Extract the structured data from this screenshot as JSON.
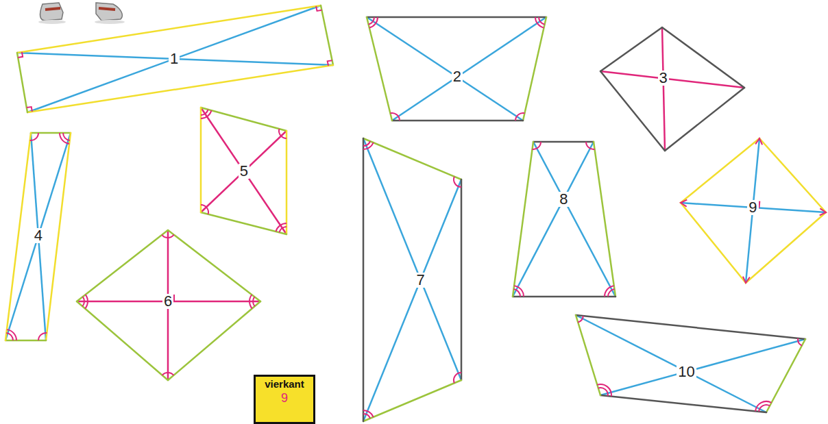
{
  "diagram": {
    "nodes": [
      {
        "text": [
          "1"
        ]
      },
      {
        "text": [
          "2"
        ]
      },
      {
        "text": [
          "3"
        ]
      },
      {
        "text": [
          "4"
        ]
      },
      {
        "text": [
          "5"
        ]
      },
      {
        "text": [
          "6"
        ]
      },
      {
        "text": [
          "7"
        ]
      },
      {
        "text": [
          "8"
        ]
      },
      {
        "text": [
          "9"
        ]
      },
      {
        "text": [
          "10"
        ]
      },
      {
        "text": [
          "vierkant",
          "9"
        ]
      }
    ]
  }
}
